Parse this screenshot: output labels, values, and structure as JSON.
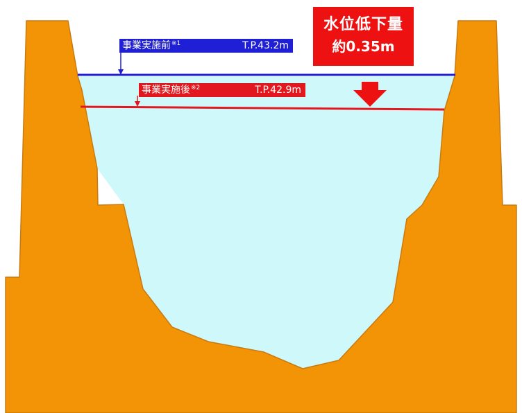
{
  "labels": {
    "before": {
      "text": "事業実施前",
      "note": "※1",
      "level": "T.P.43.2m",
      "color": "#1f1fd6"
    },
    "after": {
      "text": "事業実施後",
      "note": "※2",
      "level": "T.P.42.9m",
      "color": "#e3171e"
    }
  },
  "drop": {
    "title": "水位低下量",
    "value": "約0.35m",
    "color": "#ee1111"
  },
  "colors": {
    "terrain": "#f39406",
    "terrain_outline": "#c87a10",
    "water": "#cff8fb",
    "line_before": "#1f1fd6",
    "line_after": "#e3171e"
  }
}
